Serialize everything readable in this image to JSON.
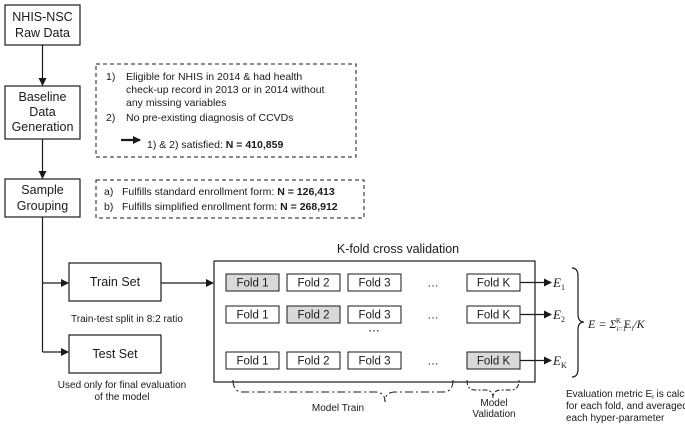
{
  "flow": {
    "raw_data": {
      "line1": "NHIS-NSC",
      "line2": "Raw Data"
    },
    "baseline": {
      "line1": "Baseline",
      "line2": "Data",
      "line3": "Generation"
    },
    "sample": {
      "line1": "Sample",
      "line2": "Grouping"
    },
    "train_set": "Train Set",
    "test_set": "Test Set",
    "split_note": "Train-test split in 8:2 ratio",
    "test_note": {
      "line1": "Used only for final evaluation",
      "line2": "of the model"
    }
  },
  "criteria": {
    "item1_num": "1)",
    "item1_line1": "Eligible for NHIS in 2014 & had health",
    "item1_line2": "check-up record in 2013 or in 2014 without",
    "item1_line3": "any missing variables",
    "item2_num": "2)",
    "item2_line1": "No pre-existing diagnosis of CCVDs",
    "satisfied_text": "1) & 2) satisfied: ",
    "satisfied_n": "N = 410,859"
  },
  "grouping": {
    "a_num": "a)",
    "a_text": "Fulfills standard enrollment form: ",
    "a_n": "N = 126,413",
    "b_num": "b)",
    "b_text": "Fulfills simplified enrollment form: ",
    "b_n": "N = 268,912"
  },
  "kfold": {
    "title": "K-fold cross validation",
    "rows": [
      {
        "folds": [
          "Fold 1",
          "Fold 2",
          "Fold 3",
          "Fold K"
        ],
        "highlight": 0,
        "error_base": "E",
        "error_sub": "1"
      },
      {
        "folds": [
          "Fold 1",
          "Fold 2",
          "Fold 3",
          "Fold K"
        ],
        "highlight": 1,
        "error_base": "E",
        "error_sub": "2"
      },
      {
        "folds": [
          "Fold 1",
          "Fold 2",
          "Fold 3",
          "Fold K"
        ],
        "highlight": 3,
        "error_base": "E",
        "error_sub": "K"
      }
    ],
    "ellipsis": "…",
    "vertical_ellipsis": "⋯",
    "model_train": "Model Train",
    "model_validation_line1": "Model",
    "model_validation_line2": "Validation",
    "highlight_color": "#d9d9d9"
  },
  "formula": {
    "lhs": "E = Σ",
    "sub": "i=1",
    "sup": "K",
    "rhs": "E",
    "rhs_sub": "i",
    "tail": "/K"
  },
  "evaluation_note": {
    "line1": "Evaluation metric E",
    "line1_sub": "i",
    "line1_tail": " is calculated",
    "line2": "for each fold, and averaged for",
    "line3": "each hyper-parameter"
  }
}
